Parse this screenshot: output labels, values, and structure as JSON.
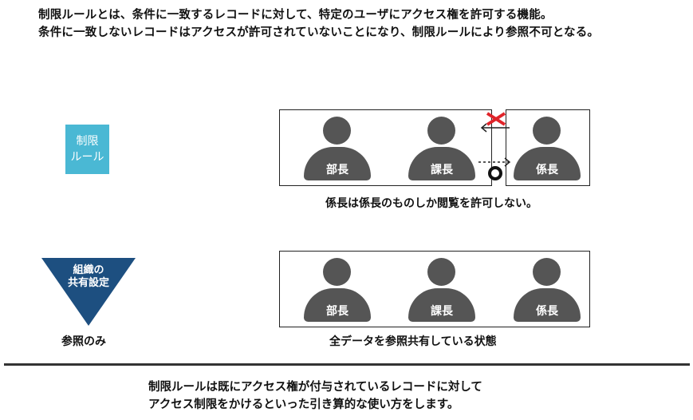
{
  "intro": {
    "line1": "制限ルールとは、条件に一致するレコードに対して、特定のユーザにアクセス権を許可する機能。",
    "line2": "条件に一致しないレコードはアクセスが許可されていないことになり、制限ルールにより参照不可となる。"
  },
  "restriction_badge": {
    "line1": "制限",
    "line2": "ルール"
  },
  "sharing_badge": {
    "line1": "組織の",
    "line2": "共有設定"
  },
  "sharing_label": "参照のみ",
  "roles": {
    "bucho": "部長",
    "kacho": "課長",
    "kakaricho": "係長"
  },
  "captions": {
    "restricted": "係長は係長のものしか閲覧を許可しない。",
    "shared": "全データを参照共有している状態"
  },
  "footer": {
    "line1": "制限ルールは既にアクセス権が付与されているレコードに対して",
    "line2": "アクセス制限をかけるといった引き算的な使い方をします。"
  },
  "colors": {
    "accent_cyan": "#4ab8d4",
    "navy": "#1d4f80",
    "person": "#555555",
    "cross_red": "#e0242a"
  }
}
